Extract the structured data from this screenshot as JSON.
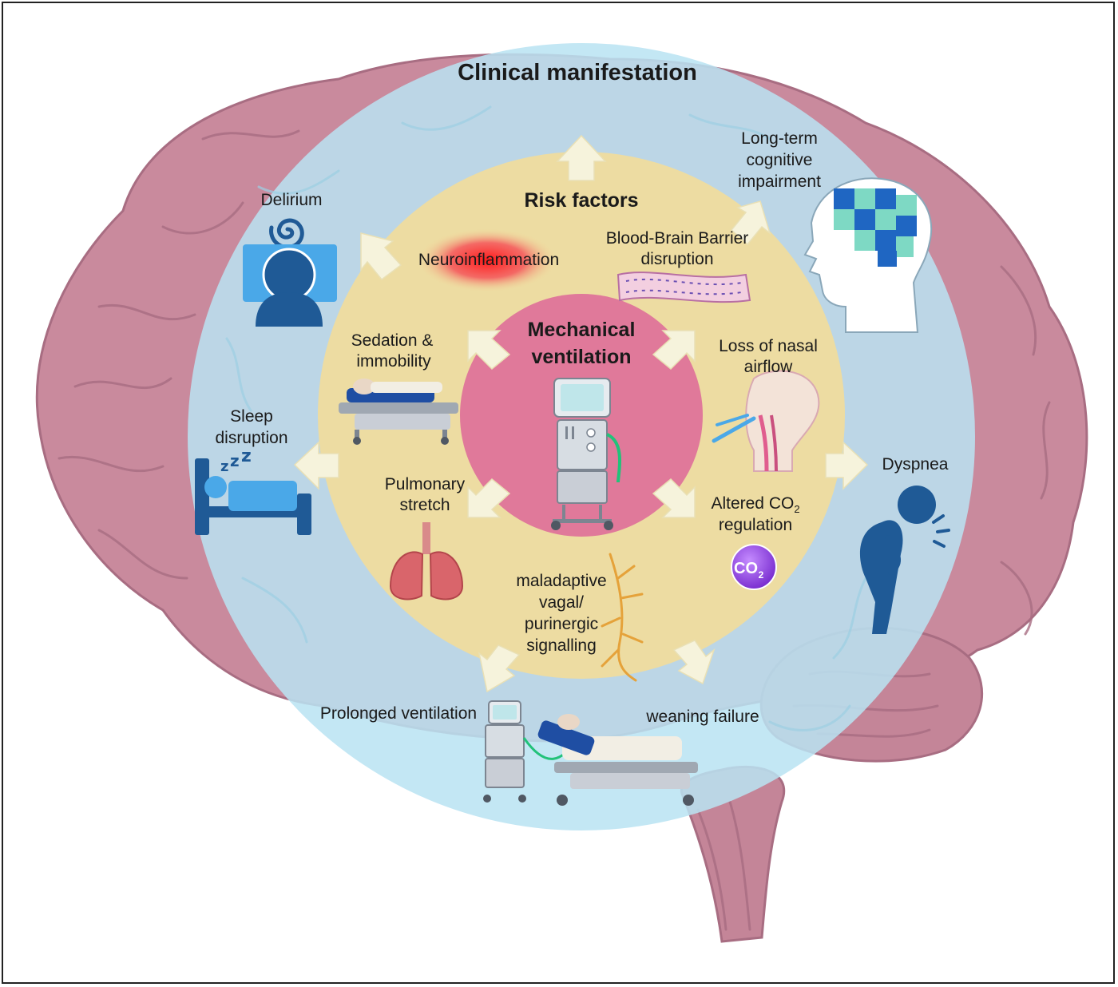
{
  "titles": {
    "outer": "Clinical manifestation",
    "middle": "Risk factors",
    "center_line1": "Mechanical",
    "center_line2": "ventilation"
  },
  "clinical": {
    "delirium": "Delirium",
    "cognitive_line1": "Long-term",
    "cognitive_line2": "cognitive",
    "cognitive_line3": "impairment",
    "sleep_line1": "Sleep",
    "sleep_line2": "disruption",
    "dyspnea": "Dyspnea",
    "prolonged": "Prolonged ventilation",
    "weaning": "weaning failure"
  },
  "risk": {
    "neuro": "Neuroinflammation",
    "bbb_line1": "Blood-Brain Barrier",
    "bbb_line2": "disruption",
    "sedation_line1": "Sedation &",
    "sedation_line2": "immobility",
    "nasal_line1": "Loss of nasal",
    "nasal_line2": "airflow",
    "pulmonary_line1": "Pulmonary",
    "pulmonary_line2": "stretch",
    "co2_line1_prefix": "Altered CO",
    "co2_line1_sub": "2",
    "co2_line2": "regulation",
    "vagal_line1": "maladaptive",
    "vagal_line2": "vagal/",
    "vagal_line3": "purinergic",
    "vagal_line4": "signalling",
    "co2_badge": "CO",
    "co2_badge_sub": "2"
  },
  "colors": {
    "brain": "#c98a9d",
    "brain_dark": "#b27588",
    "outer_circle": "#b9e3f2",
    "middle_circle": "#f1dc9c",
    "inner_circle": "#e0799a",
    "icon_blue": "#1f5a96",
    "icon_light_blue": "#4aa8e8",
    "co2_badge": "#8a3fd9"
  },
  "icons": [
    "spiral-icon",
    "person-icon",
    "puzzle-head-icon",
    "bed-icon",
    "dyspnea-person-icon",
    "ventilator-icon",
    "hospital-bed-icon",
    "lungs-icon",
    "nerve-icon",
    "blood-vessel-icon",
    "airway-icon",
    "co2-badge-icon",
    "arrow-icon"
  ]
}
